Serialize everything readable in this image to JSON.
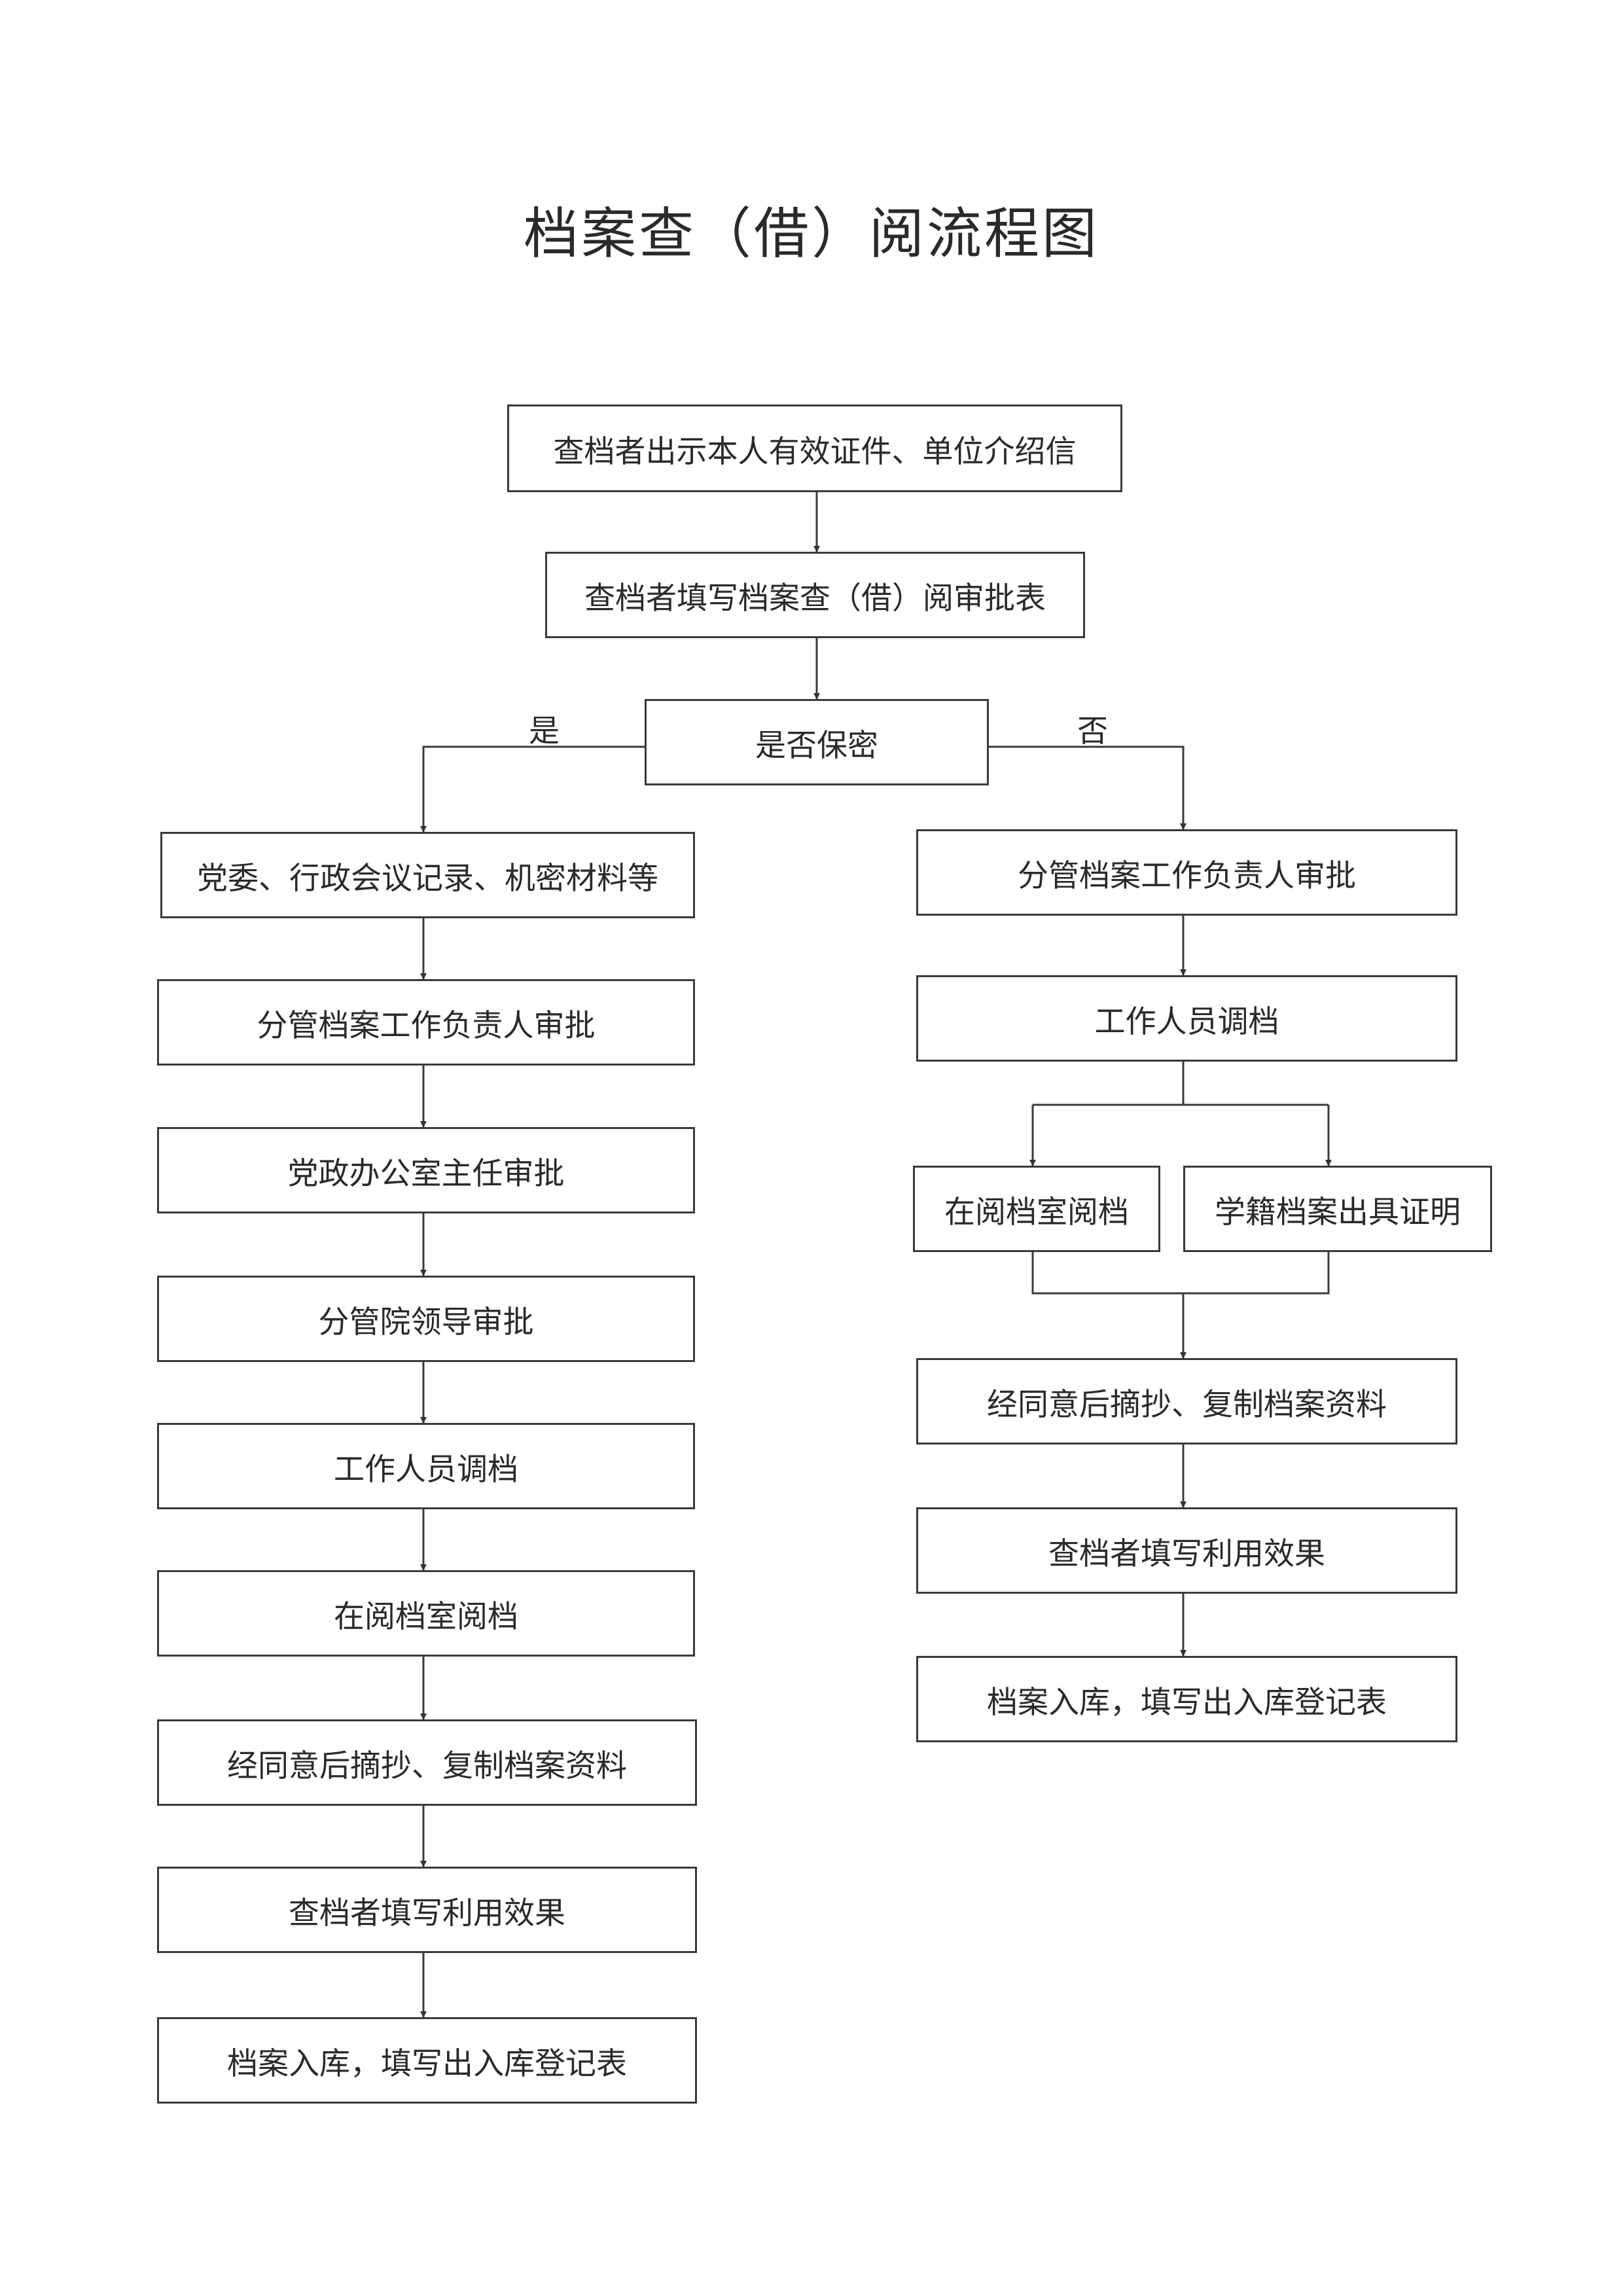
{
  "title": "档案查（借）阅流程图",
  "start": "查档者出示本人有效证件、单位介绍信",
  "fill_form": "查档者填写档案查（借）阅审批表",
  "decision": "是否保密",
  "yes_label": "是",
  "no_label": "否",
  "yes_branch": [
    "党委、行政会议记录、机密材料等",
    "分管档案工作负责人审批",
    "党政办公室主任审批",
    "分管院领导审批",
    "工作人员调档",
    "在阅档室阅档",
    "经同意后摘抄、复制档案资料",
    "查档者填写利用效果",
    "档案入库，填写出入库登记表"
  ],
  "no_branch": {
    "top": [
      "分管档案工作负责人审批",
      "工作人员调档"
    ],
    "split_left": "在阅档室阅档",
    "split_right": "学籍档案出具证明",
    "bottom": [
      "经同意后摘抄、复制档案资料",
      "查档者填写利用效果",
      "档案入库，填写出入库登记表"
    ]
  }
}
